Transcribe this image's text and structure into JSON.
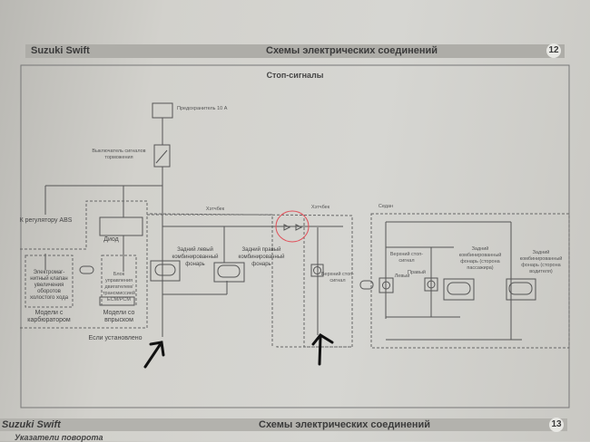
{
  "header": {
    "brand": "Suzuki  Swift",
    "section": "Схемы электрических соединений",
    "page": "12"
  },
  "diagram": {
    "title": "Стоп-сигналы",
    "fuse": "Предохранитель 10 А",
    "brake_switch": "Выключатель сигналов торможения",
    "abs": "К регулятору ABS",
    "diode": "Диод",
    "solenoid": "Электромаг-нитный клапан увеличения оборотов холостого хода",
    "ecm": "Блок управления двигателем/ трансмиссией ECM/PCM",
    "carb_models": "Модели с карбюратором",
    "inj_models": "Модели со впрыском",
    "if_installed": "Если установлено",
    "hatchback_1": "Хэтчбек",
    "hatchback_2": "Хэтчбек",
    "rear_left": "Задний левый комбинированный фонарь",
    "rear_right": "Задний правый комбинированный фонарь",
    "high_stop_hb": "Верхний стоп-сигнал",
    "sedan": "Седан",
    "high_stop_sedan": "Верхний стоп-сигнал",
    "left": "Левый",
    "right": "Правый",
    "rear_passenger": "Задний комбинированный фонарь (сторона пассажира)",
    "rear_driver": "Задний комбинированный фонарь (сторона водителя)"
  },
  "next_page": {
    "brand": "Suzuki  Swift",
    "section": "Схемы электрических соединений",
    "page": "13",
    "subtitle": "Указатели поворота"
  },
  "colors": {
    "annotation_circle": "#e0505a",
    "arrow": "#111111"
  }
}
